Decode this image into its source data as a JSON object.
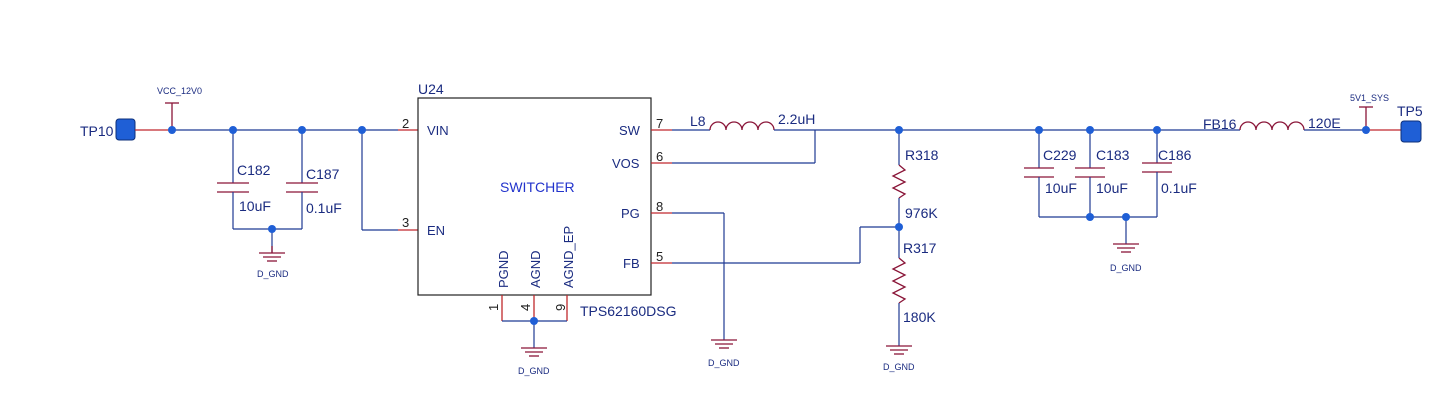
{
  "ic": {
    "ref": "U24",
    "function": "SWITCHER",
    "part": "TPS62160DSG",
    "pins": {
      "vin": {
        "name": "VIN",
        "num": "2"
      },
      "en": {
        "name": "EN",
        "num": "3"
      },
      "sw": {
        "name": "SW",
        "num": "7"
      },
      "vos": {
        "name": "VOS",
        "num": "6"
      },
      "pg": {
        "name": "PG",
        "num": "8"
      },
      "fb": {
        "name": "FB",
        "num": "5"
      },
      "pgnd": {
        "name": "PGND",
        "num": "1"
      },
      "agnd": {
        "name": "AGND",
        "num": "4"
      },
      "agnd_ep": {
        "name": "AGND_EP",
        "num": "9"
      }
    }
  },
  "testpoints": {
    "input": "TP10",
    "output": "TP5"
  },
  "nets": {
    "vin": "VCC_12V0",
    "vout": "5V1_SYS",
    "gnd": "D_GND"
  },
  "components": {
    "c182": {
      "ref": "C182",
      "value": "10uF"
    },
    "c187": {
      "ref": "C187",
      "value": "0.1uF"
    },
    "l8": {
      "ref": "L8",
      "value": "2.2uH"
    },
    "r318": {
      "ref": "R318",
      "value": "976K"
    },
    "r317": {
      "ref": "R317",
      "value": "180K"
    },
    "c229": {
      "ref": "C229",
      "value": "10uF"
    },
    "c183": {
      "ref": "C183",
      "value": "10uF"
    },
    "c186": {
      "ref": "C186",
      "value": "0.1uF"
    },
    "fb16": {
      "ref": "FB16",
      "value": "120E"
    }
  },
  "colors": {
    "wire": "#1f3a93",
    "pin": "#c0282d",
    "component": "#8a1538",
    "junction": "#1f5fd6",
    "label": "#1a2b80"
  }
}
